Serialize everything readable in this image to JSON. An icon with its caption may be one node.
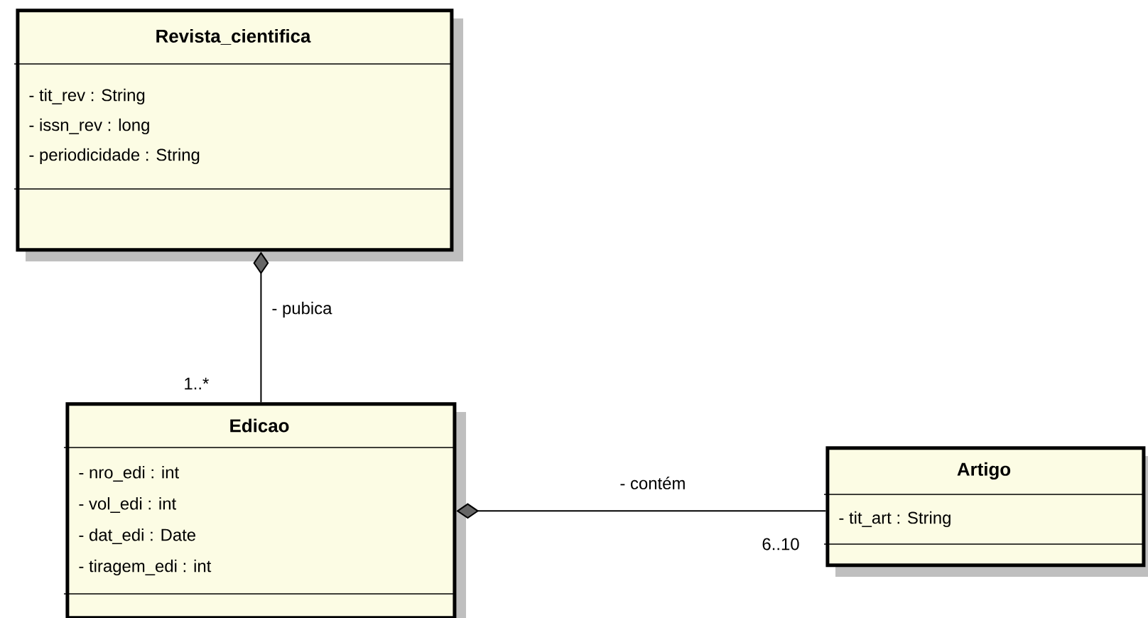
{
  "diagram": {
    "nodes": [
      {
        "text": [
          "Revista_cientifica",
          "- tit_rev : String",
          "- issn_rev : long",
          "- periodicidade : String"
        ]
      },
      {
        "text": [
          "Edicao",
          "- nro_edi : int",
          "- vol_edi : int",
          "- dat_edi : Date",
          "- tiragem_edi : int"
        ]
      },
      {
        "text": [
          "Artigo",
          "- tit_art : String"
        ]
      }
    ],
    "edges": [
      {
        "from": 0,
        "to": 1,
        "arrow": "other",
        "label": "- pubica"
      },
      {
        "from": 1,
        "to": 2,
        "arrow": "other",
        "label": "- contém"
      }
    ],
    "labels": [
      "1..*",
      "6..10"
    ]
  }
}
